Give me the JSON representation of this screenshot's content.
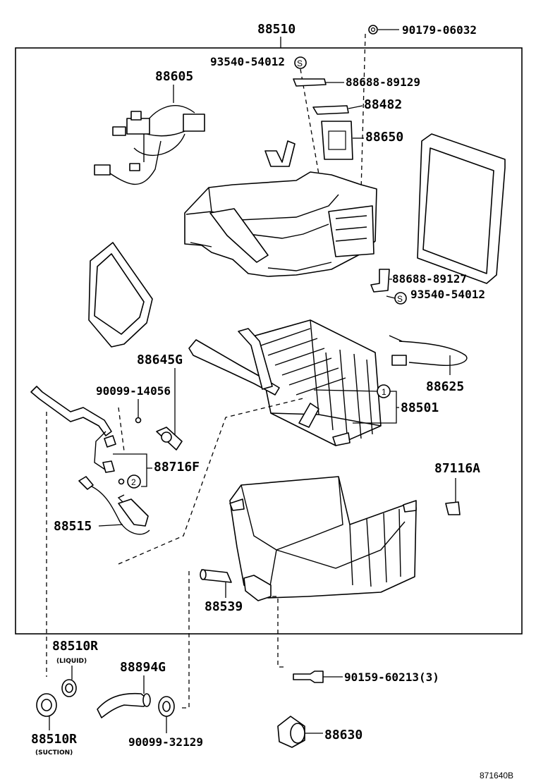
{
  "diagram_id": "871640B",
  "labels": {
    "assembly": "88510",
    "nut_top": "90179-06032",
    "screw_top": "93540-54012",
    "bracket_top": "88688-89129",
    "harness": "88605",
    "cover": "88482",
    "amplifier": "88650",
    "bracket_mid": "88688-89127",
    "screw_mid": "93540-54012",
    "thermistor": "88625",
    "evaporator": "88501",
    "exp_valve": "88645G",
    "o_ring_a": "90099-14056",
    "sensor": "88716F",
    "item_87116": "87116A",
    "switch": "88515",
    "drain_hose": "88539",
    "tube_r_liquid": "88510R",
    "liquid_note": "(LIQUID)",
    "hose_g": "88894G",
    "screw_bottom": "90159-60213(3)",
    "tube_r_suction": "88510R",
    "suction_note": "(SUCTION)",
    "grommet": "90099-32129",
    "damper": "88630",
    "marker_s": "S",
    "marker_1": "1",
    "marker_2": "2"
  }
}
